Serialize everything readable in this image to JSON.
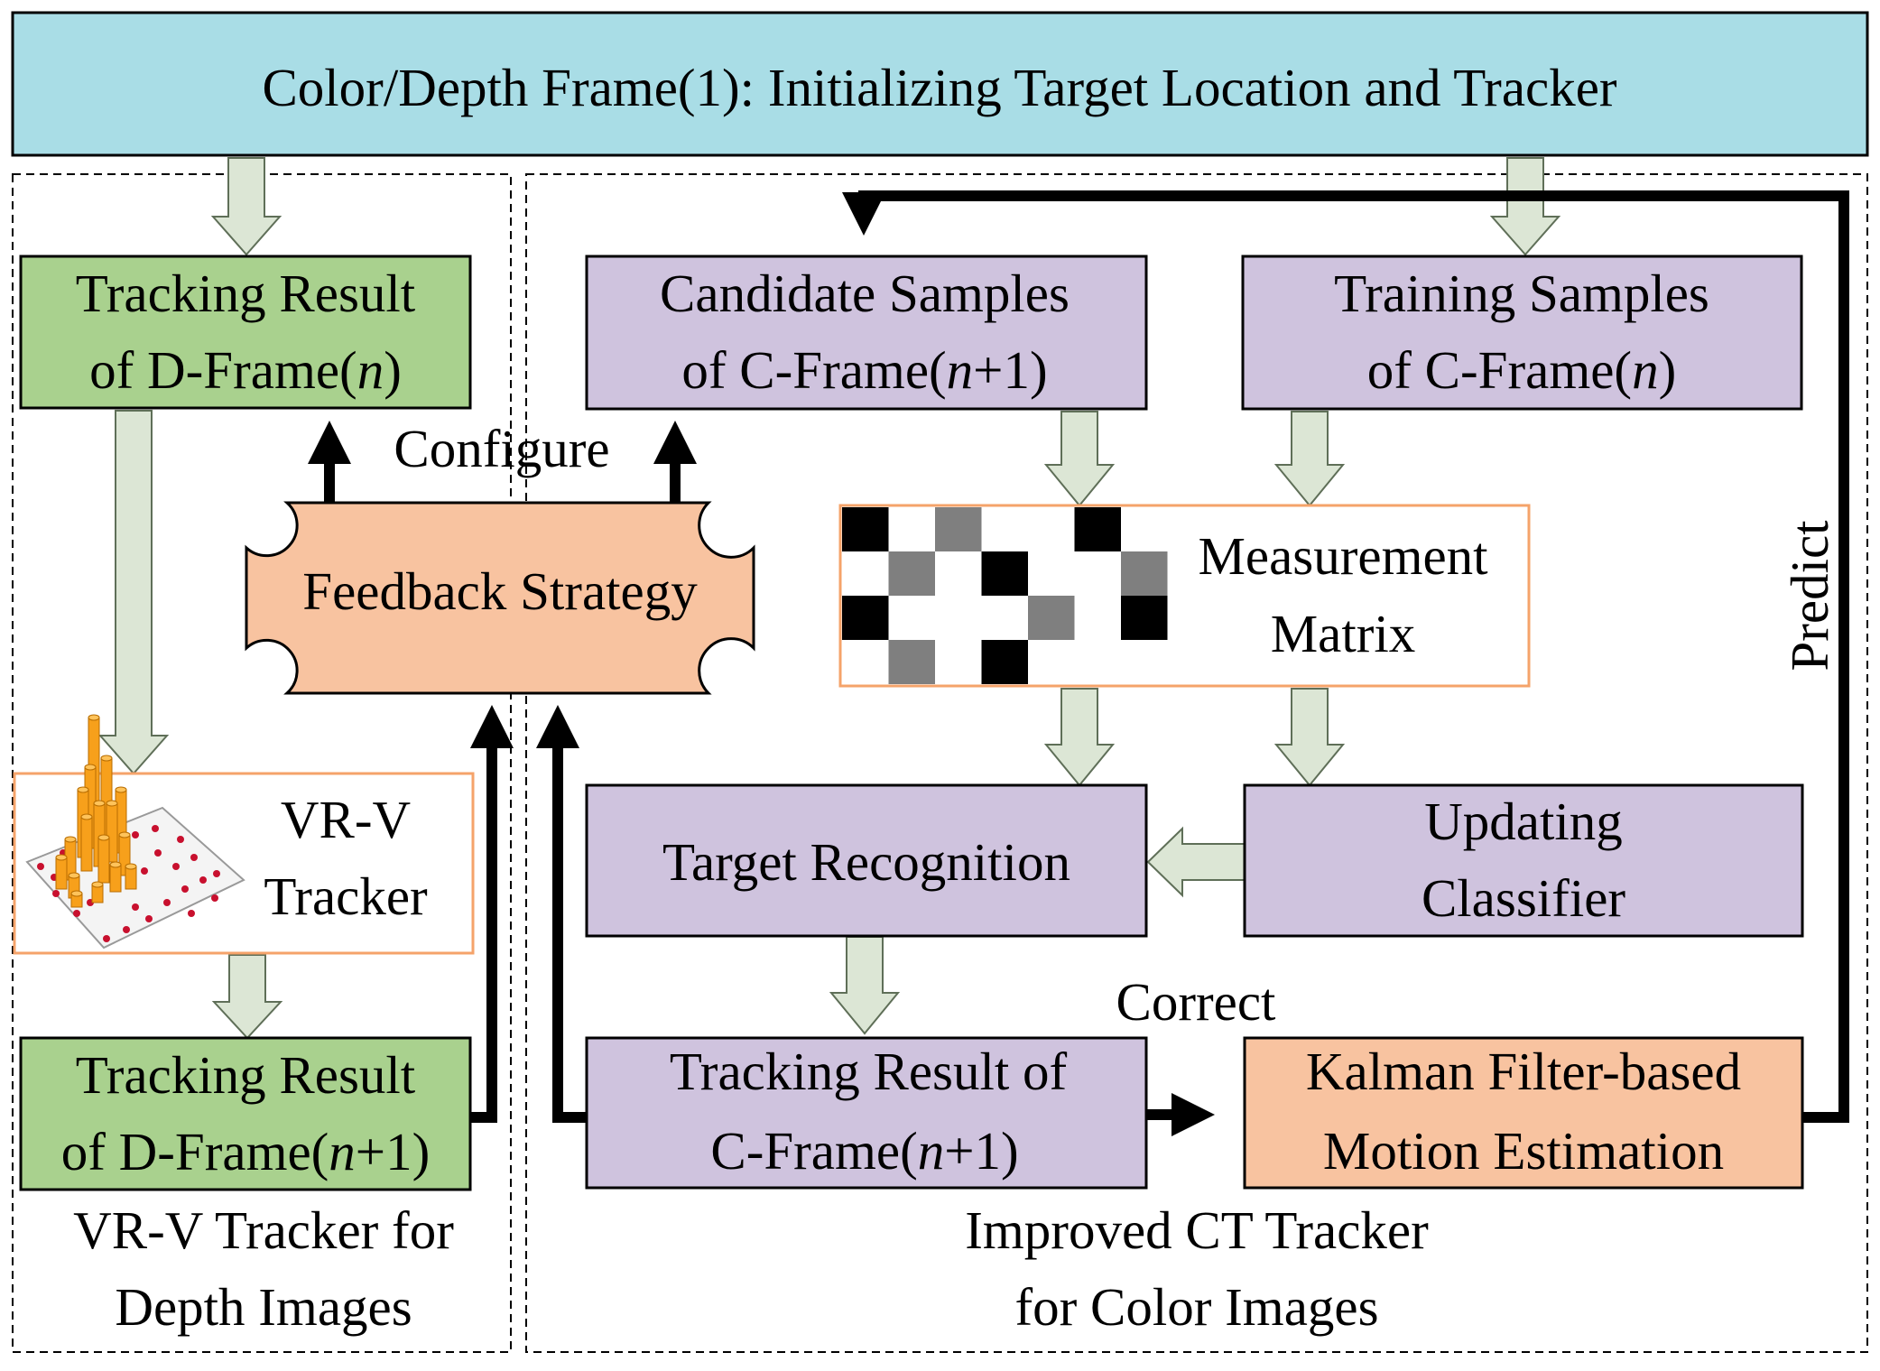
{
  "colors": {
    "header_fill": "#a9dde6",
    "green_fill": "#a9d18e",
    "purple_fill": "#cfc3de",
    "orange_fill": "#f8c3a0",
    "orange_border": "#f5a36a",
    "flow_arrow_fill": "#dce6d5",
    "flow_arrow_stroke": "#5f6f58",
    "matrix_gray": "#7f7f7f",
    "bar_orange": "#f7a01b",
    "dot_red": "#c8102e"
  },
  "header": {
    "title": "Color/Depth Frame(1): Initializing Target Location and Tracker"
  },
  "left_panel": {
    "caption_line1": "VR-V Tracker for",
    "caption_line2": "Depth Images",
    "tracking_result_n": {
      "line1": "Tracking Result",
      "line2_prefix": "of D-Frame(",
      "line2_var": "n",
      "line2_suffix": ")"
    },
    "vrv_tracker": {
      "line1": "VR-V",
      "line2": "Tracker"
    },
    "tracking_result_n1": {
      "line1": "Tracking Result",
      "line2_prefix": "of D-Frame(",
      "line2_var": "n",
      "line2_suffix": "+1)"
    }
  },
  "feedback": {
    "label": "Feedback Strategy",
    "configure_label": "Configure"
  },
  "right_panel": {
    "caption_line1": "Improved CT Tracker",
    "caption_line2": "for Color Images",
    "candidate_samples": {
      "line1": "Candidate Samples",
      "line2_prefix": "of C-Frame(",
      "line2_var": "n",
      "line2_suffix": "+1)"
    },
    "training_samples": {
      "line1": "Training Samples",
      "line2_prefix": "of C-Frame(",
      "line2_var": "n",
      "line2_suffix": ")"
    },
    "measurement_matrix": {
      "line1": "Measurement",
      "line2": "Matrix"
    },
    "target_recognition": {
      "label": "Target Recognition"
    },
    "updating_classifier": {
      "line1": "Updating",
      "line2": "Classifier"
    },
    "tracking_result_c": {
      "line1": "Tracking Result of",
      "line2_prefix": "C-Frame(",
      "line2_var": "n",
      "line2_suffix": "+1)"
    },
    "kalman": {
      "line1": "Kalman Filter-based",
      "line2": "Motion Estimation"
    },
    "correct_label": "Correct",
    "predict_label": "Predict"
  }
}
